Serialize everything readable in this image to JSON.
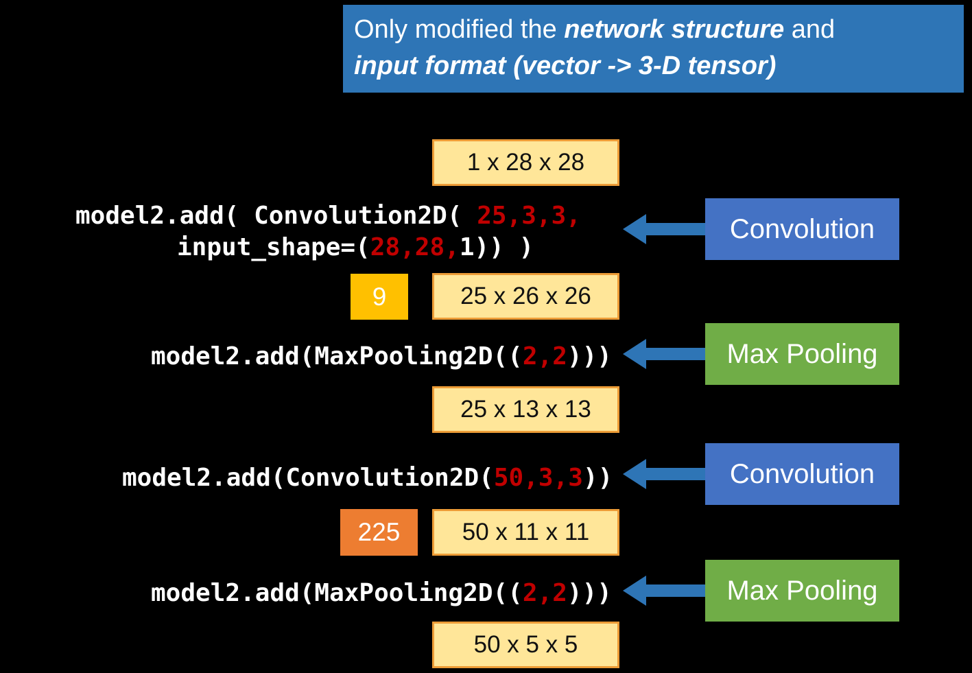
{
  "slide": {
    "header": {
      "prefix": "Only modified the ",
      "emphasis1": "network structure",
      "suffix": " and",
      "line2": "input format (vector -> 3-D tensor)"
    },
    "code": {
      "conv1_line1": {
        "a": "model2.add( Convolution2D( ",
        "b": "25,3,3,"
      },
      "conv1_line2": {
        "a": "input_shape=(",
        "b": "28,28,",
        "c": "1)) )"
      },
      "pool1": {
        "a": "model2.add(MaxPooling2D((",
        "b": "2,2",
        "c": ")))"
      },
      "conv2": {
        "a": "model2.add(Convolution2D(",
        "b": "50,3,3",
        "c": "))"
      },
      "pool2": {
        "a": "model2.add(MaxPooling2D((",
        "b": "2,2",
        "c": ")))"
      }
    },
    "shapes": {
      "input": "1 x 28 x 28",
      "after_conv1": "25 x 26 x 26",
      "after_pool1": "25 x 13 x 13",
      "after_conv2": "50 x 11 x 11",
      "after_pool2": "50 x 5 x 5"
    },
    "badges": {
      "conv1_params": "9",
      "conv2_params": "225"
    },
    "labels": {
      "conv1": "Convolution",
      "pool1": "Max Pooling",
      "conv2": "Convolution",
      "pool2": "Max Pooling"
    },
    "colors": {
      "header_bg": "#2E75B6",
      "convolution_bg": "#4472C4",
      "pooling_bg": "#70AD47",
      "shape_fill": "#FFE699",
      "shape_border": "#ED9C37",
      "badge9_bg": "#FFC000",
      "badge225_bg": "#ED7D31",
      "arrow": "#2E75B6",
      "code_number": "#C00000"
    }
  }
}
